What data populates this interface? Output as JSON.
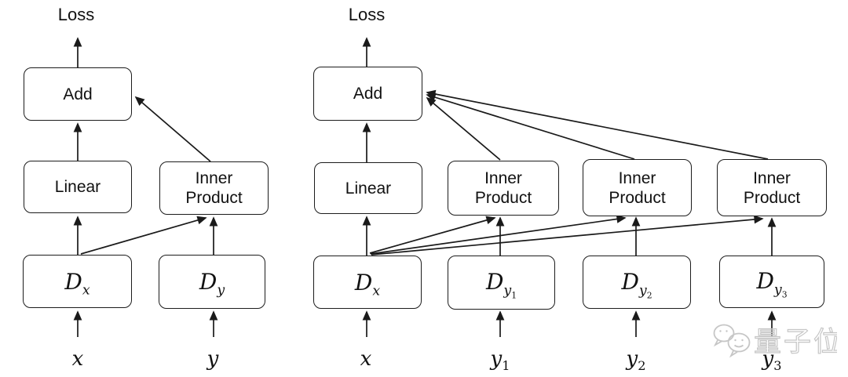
{
  "colors": {
    "line": "#1a1a1a",
    "box_border": "#1c1c1c",
    "box_fill": "#ffffff",
    "background": "#ffffff",
    "watermark": "#c6c6c6"
  },
  "left": {
    "loss": "Loss",
    "add": "Add",
    "linear": "Linear",
    "inner_product": "Inner\nProduct",
    "dx_base": "D",
    "dx_sub": "x",
    "dy_base": "D",
    "dy_sub": "y",
    "input_x": "x",
    "input_y": "y"
  },
  "right": {
    "loss": "Loss",
    "add": "Add",
    "linear": "Linear",
    "inner_product_1": "Inner\nProduct",
    "inner_product_2": "Inner\nProduct",
    "inner_product_3": "Inner\nProduct",
    "dx_base": "D",
    "dx_sub": "x",
    "dy1_base": "D",
    "dy1_sub": "y",
    "dy1_subsub": "1",
    "dy2_base": "D",
    "dy2_sub": "y",
    "dy2_subsub": "2",
    "dy3_base": "D",
    "dy3_sub": "y",
    "dy3_subsub": "3",
    "input_x": "x",
    "input_y1_base": "y",
    "input_y1_sub": "1",
    "input_y2_base": "y",
    "input_y2_sub": "2",
    "input_y3_base": "y",
    "input_y3_sub": "3"
  },
  "watermark": {
    "icon": "wechat-icon",
    "text": "量子位"
  }
}
